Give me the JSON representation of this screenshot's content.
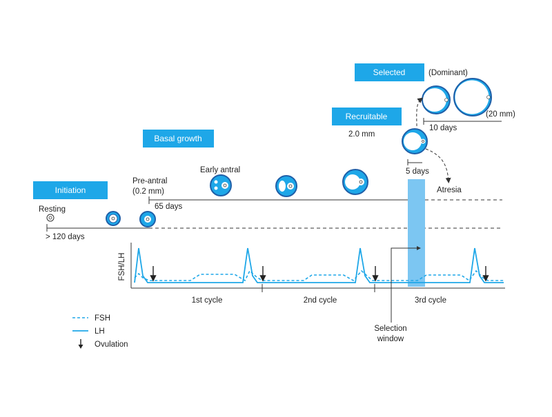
{
  "colors": {
    "accent": "#1ea7e8",
    "follicle_stroke": "#1f5fa8",
    "follicle_fill": "#1ea7e8",
    "selection_window": "#7cc6f2",
    "line": "#333333"
  },
  "stages": {
    "initiation": "Initiation",
    "basal_growth": "Basal growth",
    "recruitable": "Recruitable",
    "selected": "Selected"
  },
  "labels": {
    "resting": "Resting",
    "pre_antral": "Pre-antral",
    "pre_antral_size": "(0.2 mm)",
    "early_antral": "Early antral",
    "recruitable_size": "2.0 mm",
    "dominant": "(Dominant)",
    "dominant_size": "(20 mm)",
    "atresia": "Atresia",
    "selection_window_1": "Selection",
    "selection_window_2": "window"
  },
  "durations": {
    "resting": "> 120 days",
    "basal": "65 days",
    "recruit": "5 days",
    "selected": "10 days"
  },
  "chart": {
    "ylabel": "FSH/LH",
    "cycles": [
      "1st cycle",
      "2nd cycle",
      "3rd cycle"
    ]
  },
  "legend": {
    "fsh": "FSH",
    "lh": "LH",
    "ovulation": "Ovulation"
  }
}
